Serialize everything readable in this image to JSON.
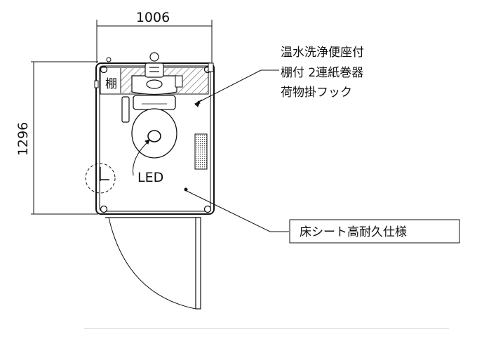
{
  "dimensions": {
    "width": "1006",
    "depth": "1296"
  },
  "labels": {
    "shelf": "棚",
    "led": "LED"
  },
  "callouts": {
    "equipment": [
      "温水洗浄便座付",
      "棚付 2連紙巻器",
      "荷物掛フック"
    ],
    "floor": "床シート高耐久仕様"
  },
  "colors": {
    "line": "#111111",
    "hatch": "#444444",
    "dots": "#555555"
  }
}
